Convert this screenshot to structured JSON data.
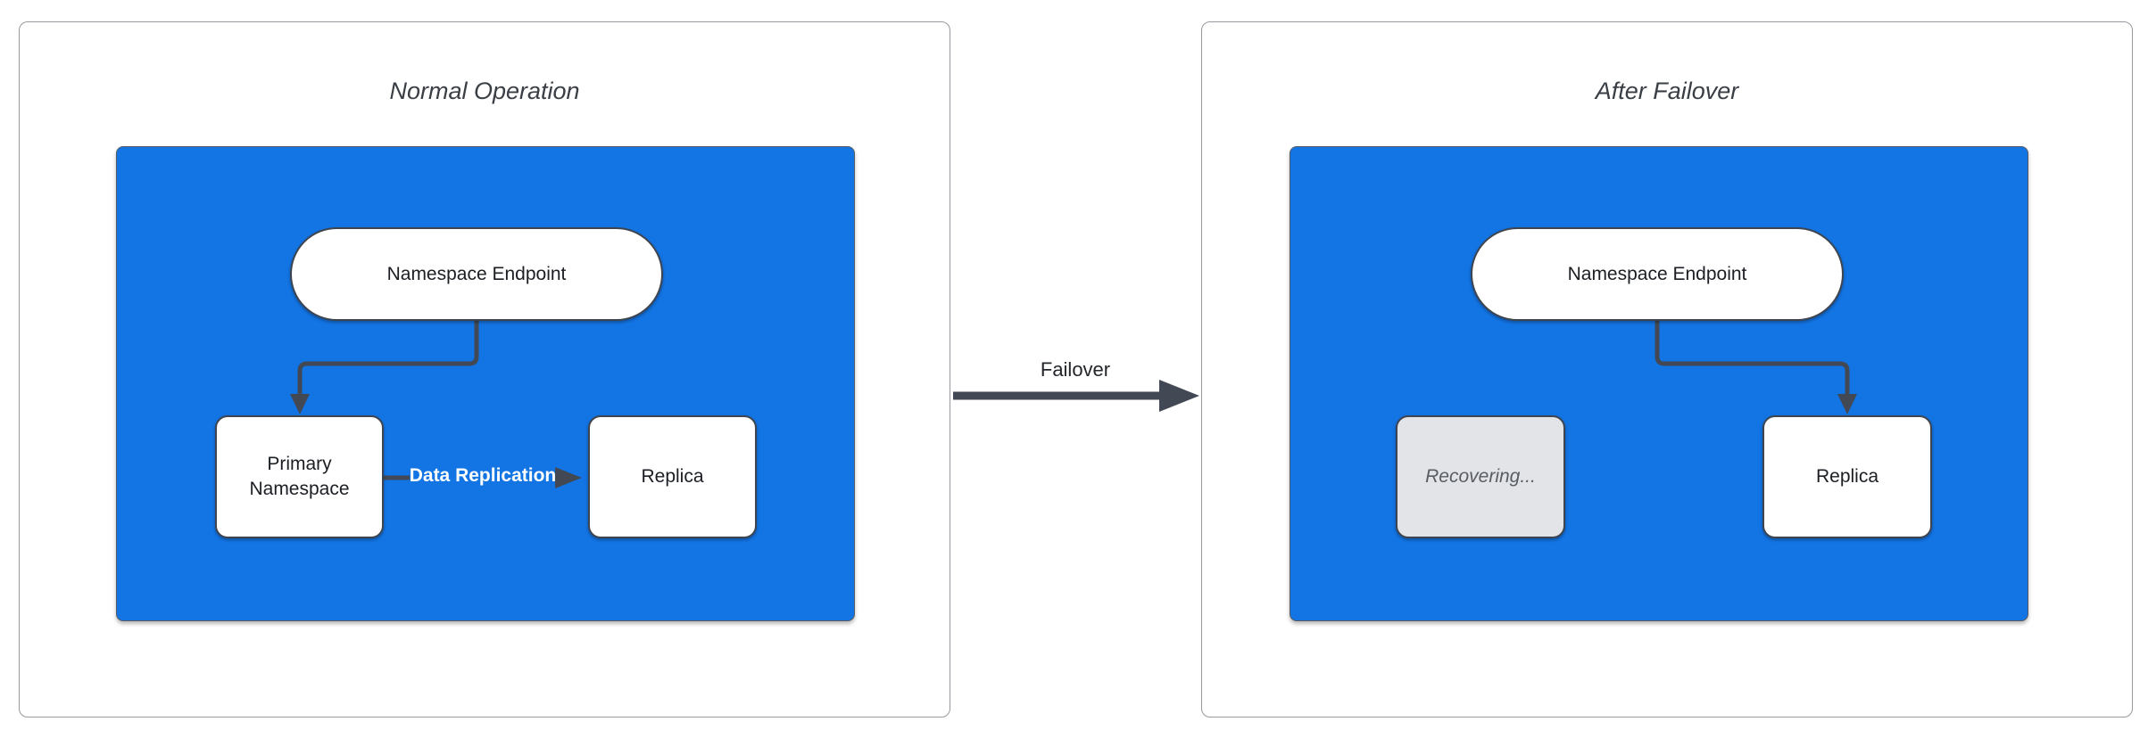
{
  "panels": [
    {
      "title": "Normal Operation",
      "endpoint_label": "Namespace Endpoint",
      "primary_label": "Primary Namespace",
      "replica_label": "Replica",
      "replication_label": "Data Replication"
    },
    {
      "title": "After Failover",
      "endpoint_label": "Namespace Endpoint",
      "recovering_label": "Recovering...",
      "replica_label": "Replica"
    }
  ],
  "failover_label": "Failover",
  "colors": {
    "container_blue": "#1374E3",
    "stroke_dark": "#424954",
    "panel_border": "#97999E",
    "node_fill": "#FFFFFF",
    "node_text": "#1B1E23",
    "title_text": "#3A3F46",
    "recovering_fill": "#E3E4E7",
    "recovering_text": "#585D64",
    "replication_label_text": "#FFFFFF",
    "failover_label_text": "#23262B"
  }
}
